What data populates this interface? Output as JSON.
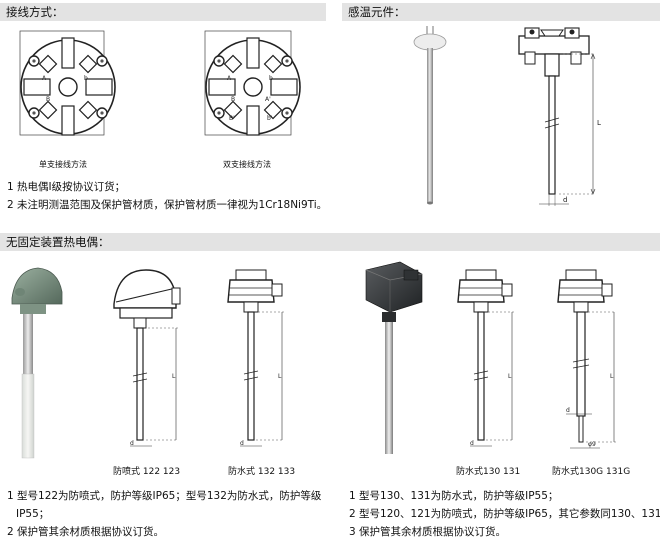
{
  "sections": {
    "wiring": {
      "title": "接线方式："
    },
    "element": {
      "title": "感温元件："
    },
    "thermocouple": {
      "title": "无固定装置热电偶："
    }
  },
  "wiring": {
    "diagram_left_caption": "单支接线方法",
    "diagram_right_caption": "双支接线方法",
    "terminal_labels": [
      "A",
      "B",
      "b",
      "A'",
      "B'",
      "b'"
    ],
    "notes": [
      "1 热电偶I级按协议订货；",
      "2 未注明测温范围及保护管材质，保护管材质一律视为1Cr18Ni9Ti。"
    ]
  },
  "element": {
    "dim_length": "L",
    "dim_diameter": "d"
  },
  "products": {
    "captions": [
      "防喷式  122  123",
      "防水式  132  133",
      "防水式130  131",
      "防水式130G  131G"
    ],
    "dim_length": "L",
    "dim_diameter": "d",
    "dim_phi": "φ9"
  },
  "notes_left": [
    "1 型号122为防喷式，防护等级IP65；型号132为防水式，防护等级",
    "IP55；",
    "2 保护管其余材质根据协议订货。"
  ],
  "notes_right": [
    "1 型号130、131为防水式，防护等级IP55；",
    "2 型号120、121为防喷式，防护等级IP65，其它参数同130、131；",
    "3 保护管其余材质根据协议订货。"
  ]
}
